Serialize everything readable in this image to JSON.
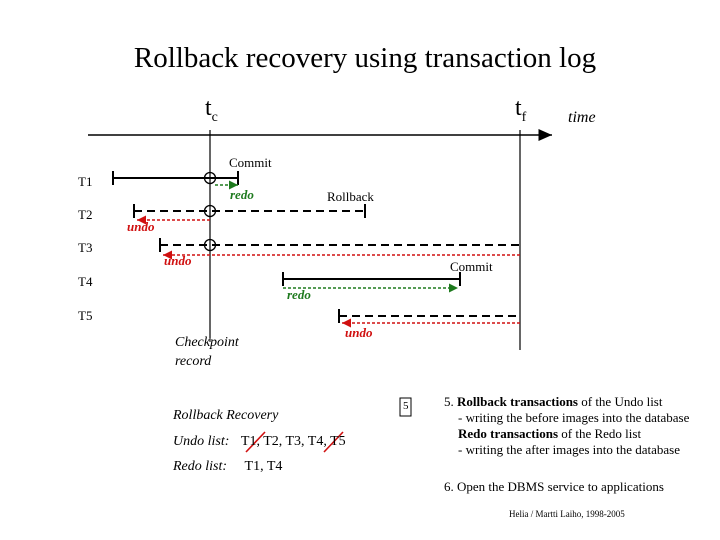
{
  "title": "Rollback recovery using transaction log",
  "axis": {
    "tc_main": "t",
    "tc_sub": "c",
    "tf_main": "t",
    "tf_sub": "f",
    "time": "time"
  },
  "transactions": [
    "T1",
    "T2",
    "T3",
    "T4",
    "T5"
  ],
  "labels": {
    "commit1": "Commit",
    "redo1": "redo",
    "rollback": "Rollback",
    "undo_t2": "undo",
    "undo_t3": "undo",
    "commit2": "Commit",
    "redo2": "redo",
    "undo_t5": "undo",
    "checkpoint_line1": "Checkpoint",
    "checkpoint_line2": "record"
  },
  "recovery": {
    "heading": "Rollback Recovery",
    "undo_label": "Undo list:",
    "undo_items": "T1, T2, T3, T4, T5",
    "redo_label": "Redo list:",
    "redo_items": "T1, T4"
  },
  "slide_number": "5",
  "notes": {
    "n5_prefix": "5. ",
    "n5_bold": "Rollback transactions",
    "n5_rest": " of the Undo list",
    "n5_line2": "- writing the before images into the database",
    "n5_line3_bold": "Redo transactions",
    "n5_line3_rest": " of the Redo list",
    "n5_line4": "- writing the after images into the database",
    "n6": "6. Open the DBMS service to applications"
  },
  "footer": "Helia / Martti Laiho, 1998-2005",
  "colors": {
    "green": "#1e7a1e",
    "red": "#d01010",
    "black": "#000000"
  }
}
